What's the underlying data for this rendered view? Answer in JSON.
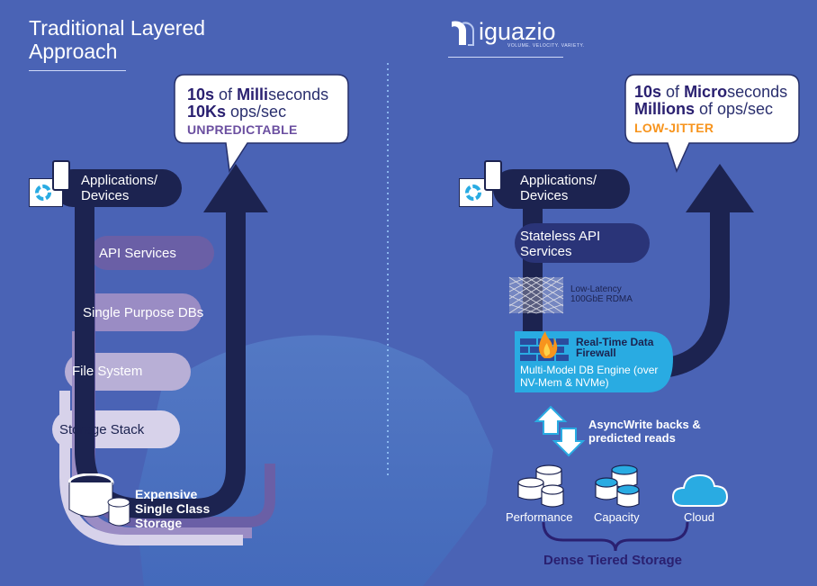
{
  "left": {
    "title": "Traditional Layered Approach",
    "bubble": {
      "line1_strong": "10s",
      "line1_mid": " of ",
      "line1_strong2": "Milli",
      "line1_rest": "seconds",
      "line2_strong": "10Ks",
      "line2_rest": " ops/sec",
      "line3": "UNPREDICTABLE"
    },
    "layers": [
      "Applications/ Devices",
      "API Services",
      "Single Purpose DBs",
      "File System",
      "Storage Stack"
    ],
    "storage_label": "Expensive Single Class Storage"
  },
  "right": {
    "logo_text": "iguazio",
    "logo_tagline": "VOLUME. VELOCITY. VARIETY.",
    "bubble": {
      "line1_strong": "10s",
      "line1_mid": " of ",
      "line1_strong2": "Micro",
      "line1_rest": "seconds",
      "line2_strong": "Millions",
      "line2_rest": " of ops/sec",
      "line3": "LOW-JITTER"
    },
    "layers": [
      "Applications/ Devices",
      "Stateless API Services"
    ],
    "rdma_label": "Low-Latency 100GbE RDMA",
    "firewall_label": "Real-Time Data Firewall",
    "engine_label": "Multi-Model DB Engine (over NV-Mem & NVMe)",
    "async_label": "AsyncWrite backs & predicted reads",
    "tiers": [
      "Performance",
      "Capacity",
      "Cloud"
    ],
    "dense_label": "Dense Tiered Storage"
  },
  "colors": {
    "background": "#4a63b5",
    "navy": "#1c2350",
    "accent_purple": "#6b4fa0",
    "accent_orange": "#f7941d",
    "cyan": "#29abe2"
  },
  "icons": [
    "gear-icon",
    "phone-icon",
    "database-icon",
    "flame-icon",
    "cloud-icon",
    "sync-arrows-icon"
  ]
}
